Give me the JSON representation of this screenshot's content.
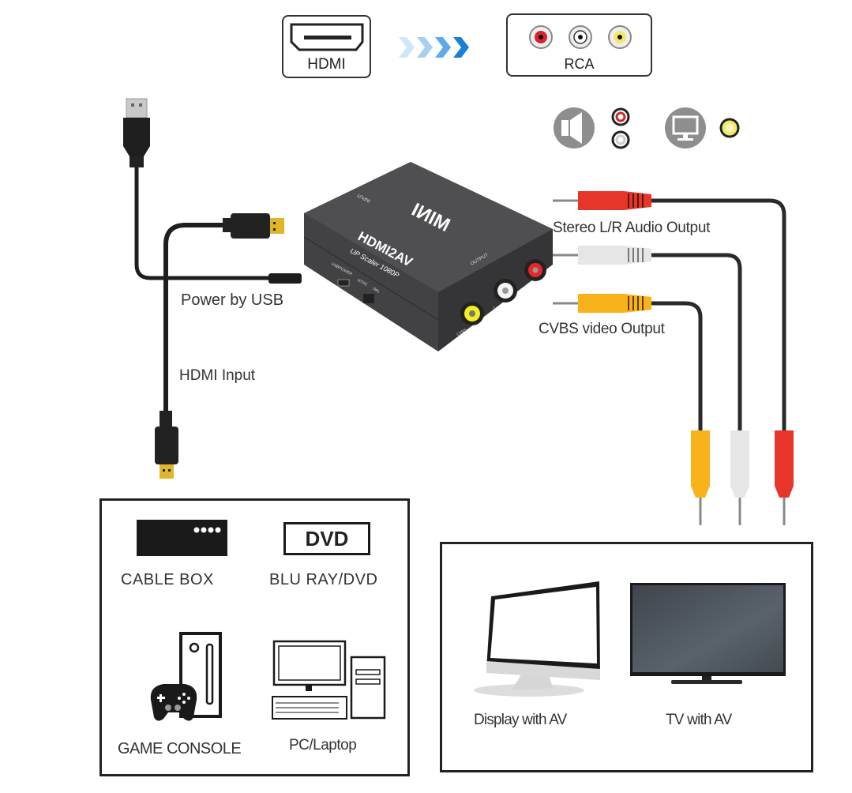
{
  "header": {
    "source_label": "HDMI",
    "target_label": "RCA",
    "source_icon": "hdmi-port-icon",
    "arrow_icon": "chevron-arrows-icon",
    "target_icon": "rca-jacks-icon",
    "rca_jack_colors": [
      "#d9232e",
      "#ffffff",
      "#f2ea6a"
    ]
  },
  "legend_icons": {
    "audio_icon": "speaker-icon",
    "audio_jack_colors": [
      "#d9232e",
      "#dddddd"
    ],
    "video_icon": "monitor-icon",
    "video_jack_color": "#f2ea6a"
  },
  "device": {
    "brand": "MINI",
    "model": "HDMI2AV",
    "subtitle": "UP Scaler 1080P",
    "input_label": "INPUT",
    "output_label": "OUTPUT",
    "switch_labels": [
      "USBPOWER",
      "NTSC",
      "PAL"
    ],
    "port_labels": [
      "CVBS",
      "L",
      "R"
    ],
    "body_color": "#4a4a4c"
  },
  "input_cables": {
    "power_label": "Power by USB",
    "hdmi_label": "HDMI Input"
  },
  "output_cables": {
    "audio_label": "Stereo L/R Audio Output",
    "video_label": "CVBS video Output",
    "plug_colors": {
      "red": "#e8352a",
      "white": "#e6e6e6",
      "yellow": "#f7b319"
    }
  },
  "sources_panel": {
    "items": [
      {
        "label": "CABLE BOX",
        "icon": "cable-box-icon"
      },
      {
        "label": "BLU RAY/DVD",
        "icon": "dvd-player-icon",
        "icon_text": "DVD"
      },
      {
        "label": "GAME CONSOLE",
        "icon": "game-console-icon"
      },
      {
        "label": "PC/Laptop",
        "icon": "desktop-pc-icon"
      }
    ]
  },
  "displays_panel": {
    "items": [
      {
        "label": "Display with  AV",
        "icon": "computer-display-icon"
      },
      {
        "label": "TV with AV",
        "icon": "flat-tv-icon"
      }
    ]
  }
}
